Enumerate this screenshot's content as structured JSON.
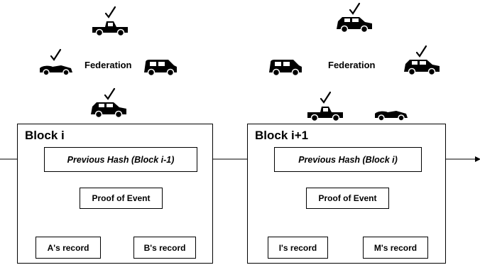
{
  "federations": [
    {
      "label": "Federation"
    },
    {
      "label": "Federation"
    }
  ],
  "blocks": [
    {
      "title": "Block i",
      "previous_hash": "Previous Hash (Block i-1)",
      "proof": "Proof of Event",
      "records": [
        "A's record",
        "B's record"
      ]
    },
    {
      "title": "Block i+1",
      "previous_hash": "Previous Hash (Block i)",
      "proof": "Proof of Event",
      "records": [
        "I's record",
        "M's record"
      ]
    }
  ],
  "icons": [
    "checkmark-icon",
    "pickup-truck-icon",
    "convertible-car-icon",
    "minivan-icon",
    "suv-icon"
  ]
}
